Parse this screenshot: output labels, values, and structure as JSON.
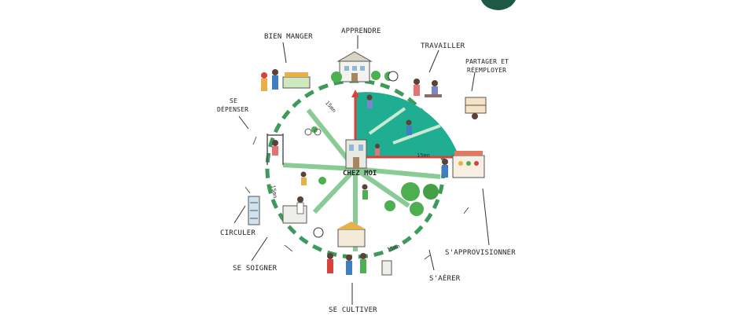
{
  "labels": {
    "apprendre": "APPRENDRE",
    "bien_manger": "BIEN MANGER",
    "travailler": "TRAVAILLER",
    "partager_line1": "PARTAGER ET",
    "partager_line2": "RÉEMPLOYER",
    "se_depenser_line1": "SE",
    "se_depenser_line2": "DÉPENSER",
    "sapprovisionner": "S'APPROVISIONNER",
    "circuler": "CIRCULER",
    "se_soigner": "SE SOIGNER",
    "saerer": "S'AÉRER",
    "se_cultiver": "SE CULTIVER",
    "center": "CHEZ MOI"
  },
  "distances": {
    "d1": "15mn",
    "d2": "15mn",
    "d3": "15mn",
    "d4": "15mn"
  },
  "colors": {
    "teal": "#1fae92",
    "green": "#3d9a5b",
    "dark_green": "#1e5a43",
    "red": "#d9423a",
    "ink": "#222222"
  }
}
